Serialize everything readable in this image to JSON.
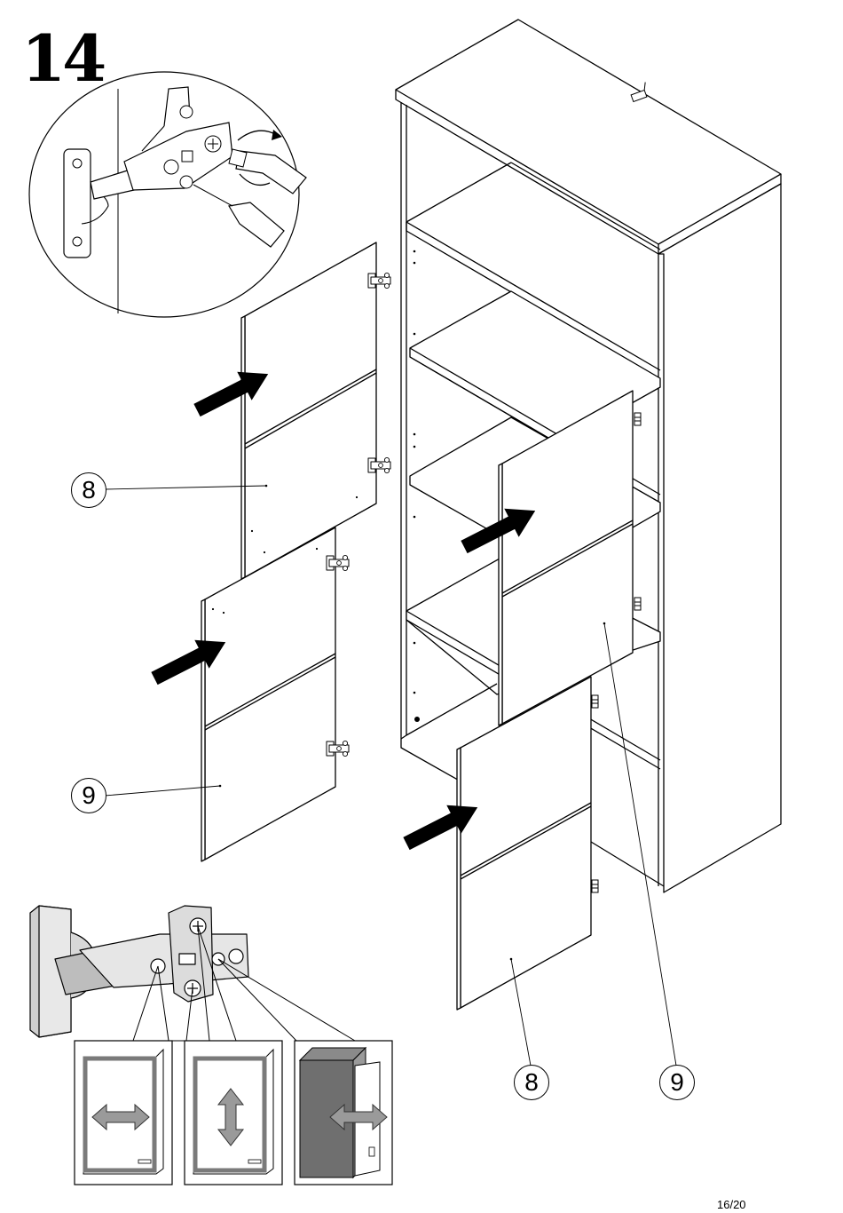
{
  "step": {
    "number": "14"
  },
  "callouts": {
    "door_top_left": "8",
    "door_middle_left": "9",
    "door_bottom_right": "8",
    "door_middle_right": "9"
  },
  "hinge_adjustments": [
    {
      "direction": "horizontal",
      "icon": "double-arrow-horizontal-icon"
    },
    {
      "direction": "vertical",
      "icon": "double-arrow-vertical-icon"
    },
    {
      "direction": "depth",
      "icon": "double-arrow-depth-icon"
    }
  ],
  "colors": {
    "line": "#000000",
    "arrow": "#000000",
    "adjust_fill": "#9a9a9a",
    "shade": "#6f6f6f",
    "frame": "#808080"
  },
  "footer": {
    "page": "16/20"
  }
}
